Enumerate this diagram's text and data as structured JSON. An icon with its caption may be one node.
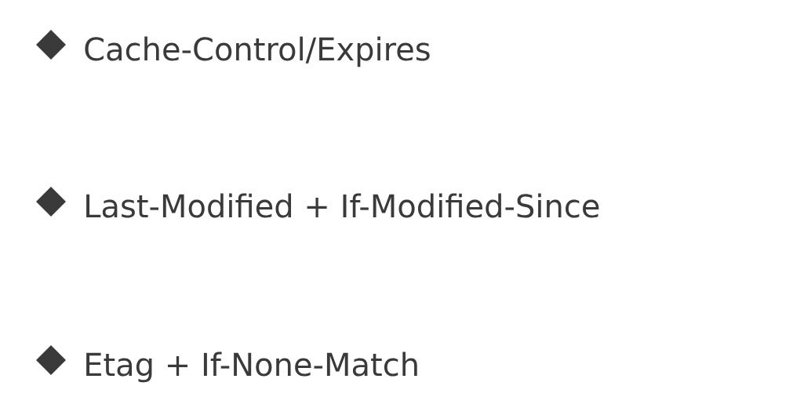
{
  "diagram": {
    "labels": [
      "Cache-Control/Expires",
      "Last-Modified + If-Modified-Since",
      "Etag + If-None-Match"
    ]
  }
}
